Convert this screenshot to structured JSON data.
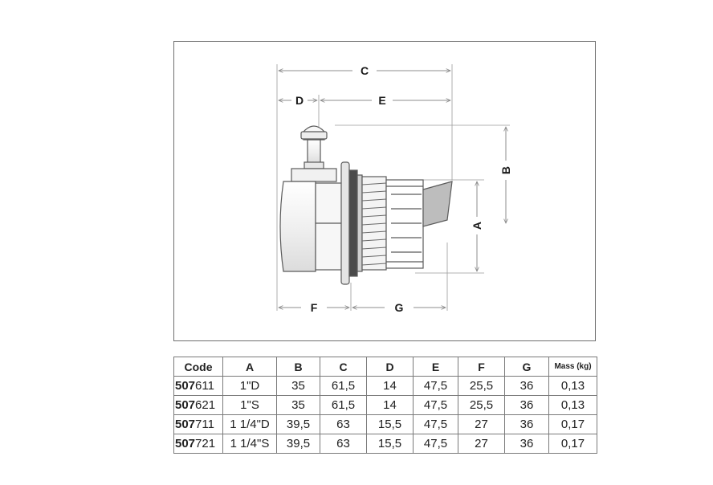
{
  "drawing": {
    "labels": {
      "c": "C",
      "d": "D",
      "e": "E",
      "b": "B",
      "a": "A",
      "f": "F",
      "g": "G"
    },
    "colors": {
      "outline": "#5a5a5a",
      "dark_ring": "#4a4a4a",
      "body_fill": "#f4f4f4",
      "dimension": "#8c8c8c"
    }
  },
  "table": {
    "headers": [
      "Code",
      "A",
      "B",
      "C",
      "D",
      "E",
      "F",
      "G",
      "Mass (kg)"
    ],
    "rows": [
      {
        "code_prefix": "507",
        "code_suffix": "611",
        "a": "1\"D",
        "b": "35",
        "c": "61,5",
        "d": "14",
        "e": "47,5",
        "f": "25,5",
        "g": "36",
        "mass": "0,13"
      },
      {
        "code_prefix": "507",
        "code_suffix": "621",
        "a": "1\"S",
        "b": "35",
        "c": "61,5",
        "d": "14",
        "e": "47,5",
        "f": "25,5",
        "g": "36",
        "mass": "0,13"
      },
      {
        "code_prefix": "507",
        "code_suffix": "711",
        "a": "1 1/4\"D",
        "b": "39,5",
        "c": "63",
        "d": "15,5",
        "e": "47,5",
        "f": "27",
        "g": "36",
        "mass": "0,17"
      },
      {
        "code_prefix": "507",
        "code_suffix": "721",
        "a": "1 1/4\"S",
        "b": "39,5",
        "c": "63",
        "d": "15,5",
        "e": "47,5",
        "f": "27",
        "g": "36",
        "mass": "0,17"
      }
    ]
  }
}
